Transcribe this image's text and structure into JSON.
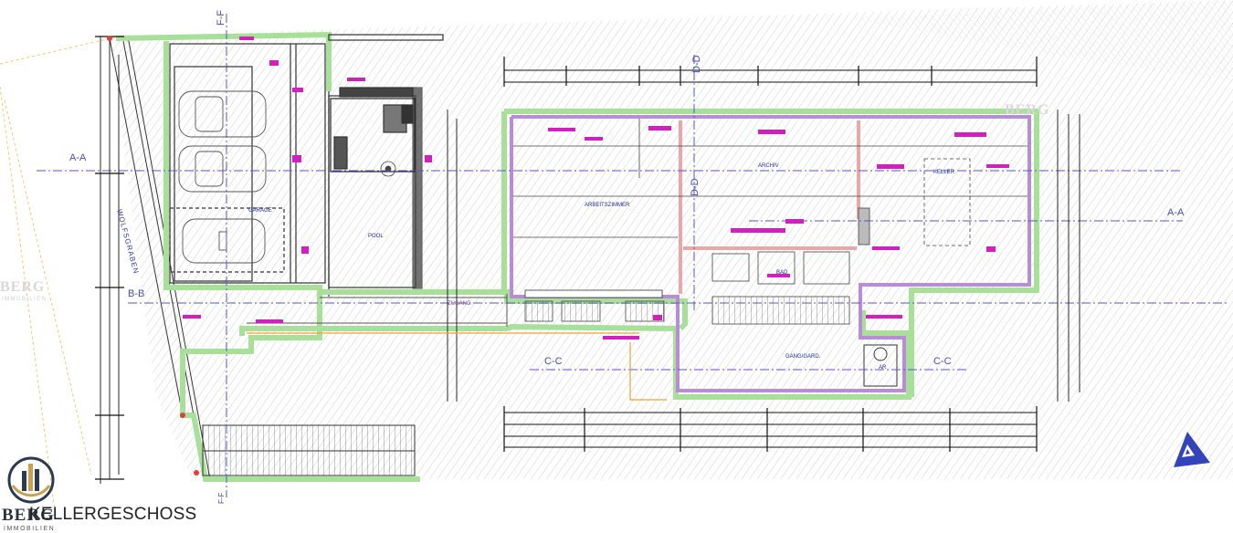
{
  "plan": {
    "title": "KELLERGESCHOSS",
    "street": "WOLFSGRABEN",
    "brand": {
      "name": "BERG",
      "sub": "IMMOBILIEN"
    },
    "sections": {
      "aa": "A-A",
      "bb": "B-B",
      "cc": "C-C",
      "dd": "D-D",
      "ff": "F-F"
    },
    "rooms": {
      "garage": "GARAGE",
      "pool": "POOL",
      "arbeitszimmer": "ARBEITSZIMMER",
      "archiv": "ARCHIV",
      "keller": "KELLER",
      "bad": "BAD",
      "gang": "GANG/GARD.",
      "ar": "AR",
      "zugang": "ZUGANG"
    },
    "colors": {
      "outer_wall": "#a8e09a",
      "inner_wall": "#b98cd6",
      "dim_line": "#111111",
      "annotation": "#d21fbf",
      "section_line": "#5a55c9",
      "hatch": "#cfcfcf",
      "orange": "#f0a030",
      "logo_gold": "#c8a050",
      "logo_navy": "#2c3a4f"
    },
    "icons": {
      "north_arrow": "north-arrow-icon",
      "logo": "berg-logo-icon"
    }
  }
}
